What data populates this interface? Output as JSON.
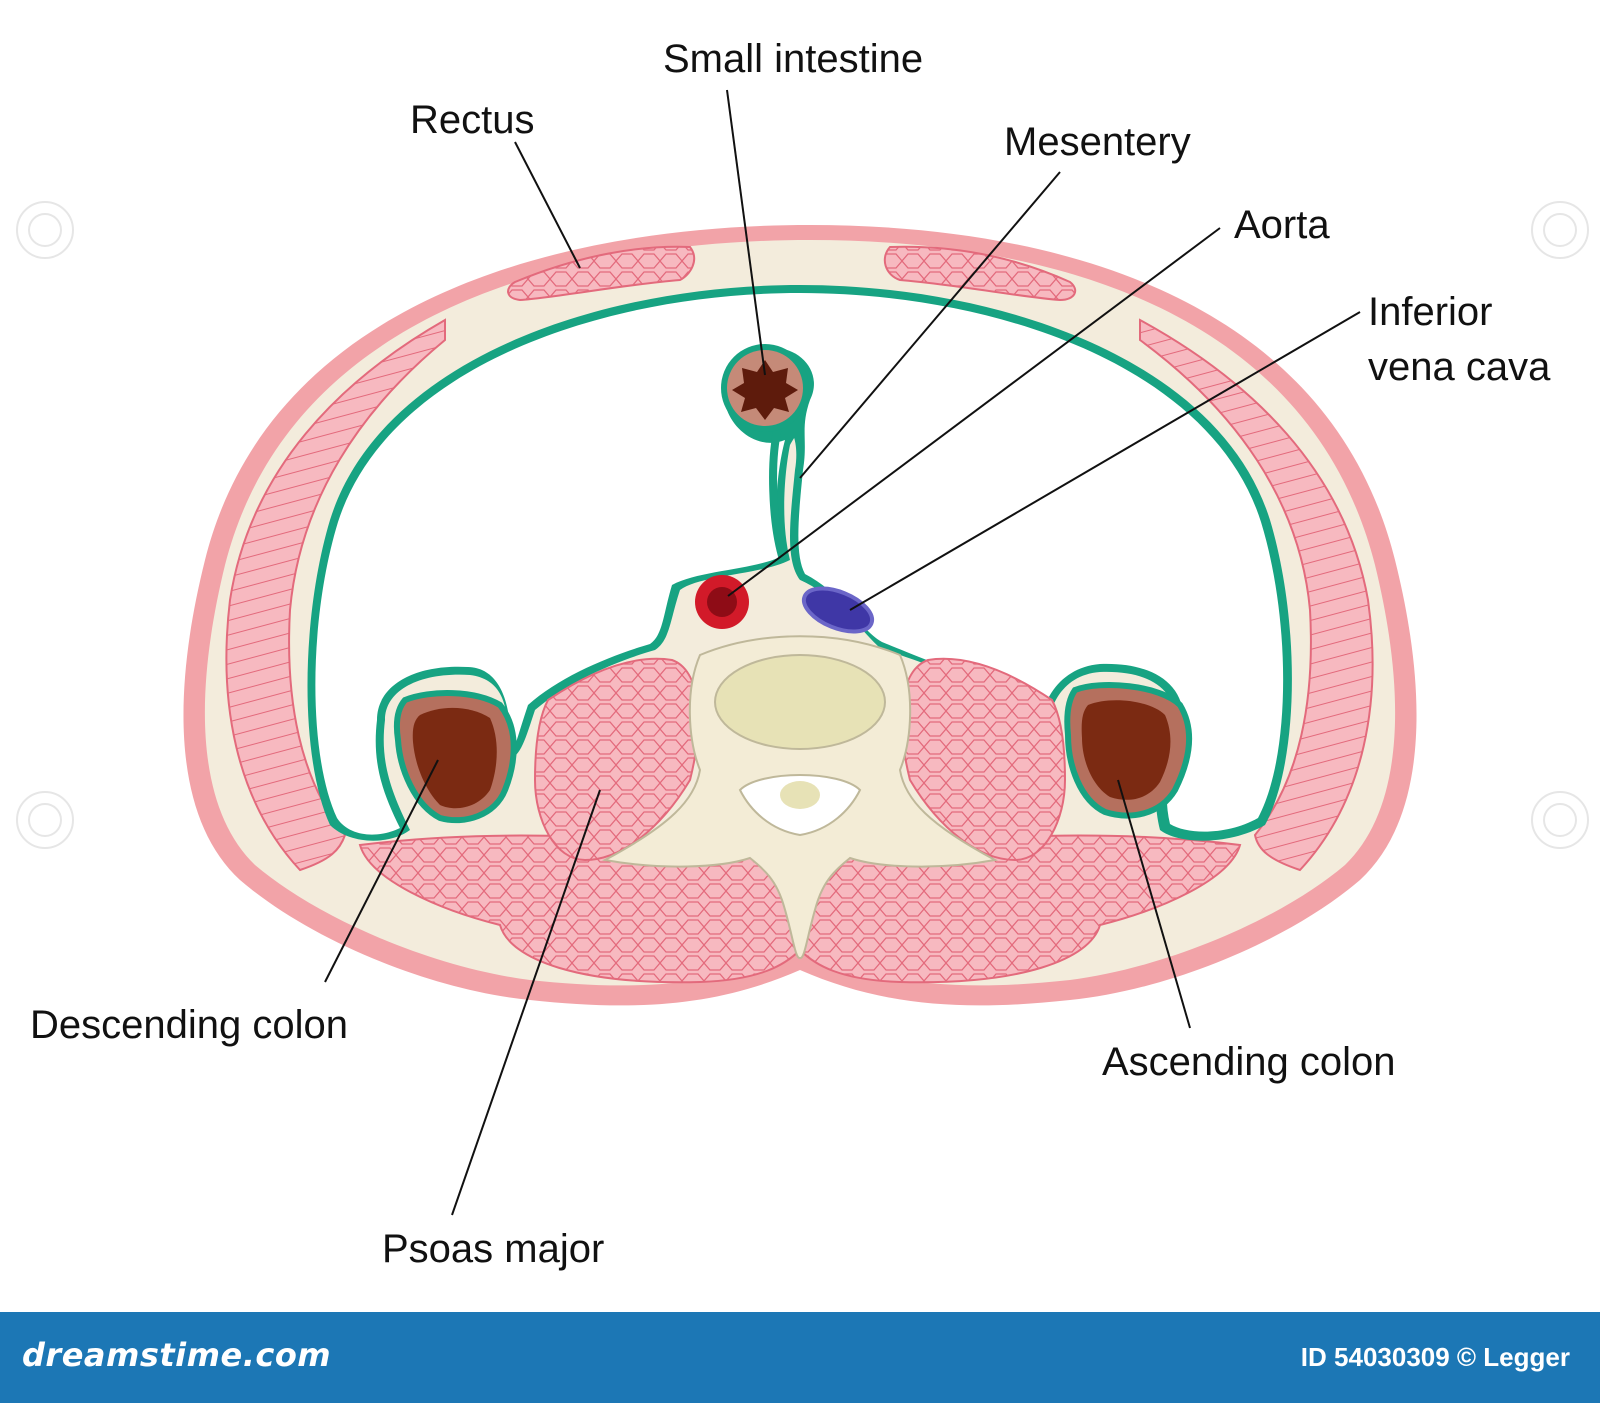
{
  "labels": {
    "small_intestine": "Small intestine",
    "rectus": "Rectus",
    "mesentery": "Mesentery",
    "aorta": "Aorta",
    "inferior_vena_cava_line1": "Inferior",
    "inferior_vena_cava_line2": "vena cava",
    "descending_colon": "Descending colon",
    "ascending_colon": "Ascending colon",
    "psoas_major": "Psoas major"
  },
  "footer": {
    "brand": "dreamstime.com",
    "credit": "ID 54030309 © Legger"
  },
  "colors": {
    "skin": "#f2a3a8",
    "fat": "#f3ecdc",
    "muscle": "#f7b9c0",
    "muscle_lines": "#e36a7c",
    "peritoneum": "#17a382",
    "bone": "#f3ecd6",
    "disc": "#e7e2b6",
    "colon": "#7b2a12",
    "colon_rim": "#b5705e",
    "aorta": "#d21a29",
    "ivc": "#3f37a6",
    "footer": "#1c77b5"
  },
  "icons": {
    "watermark": "spiral-icon"
  }
}
